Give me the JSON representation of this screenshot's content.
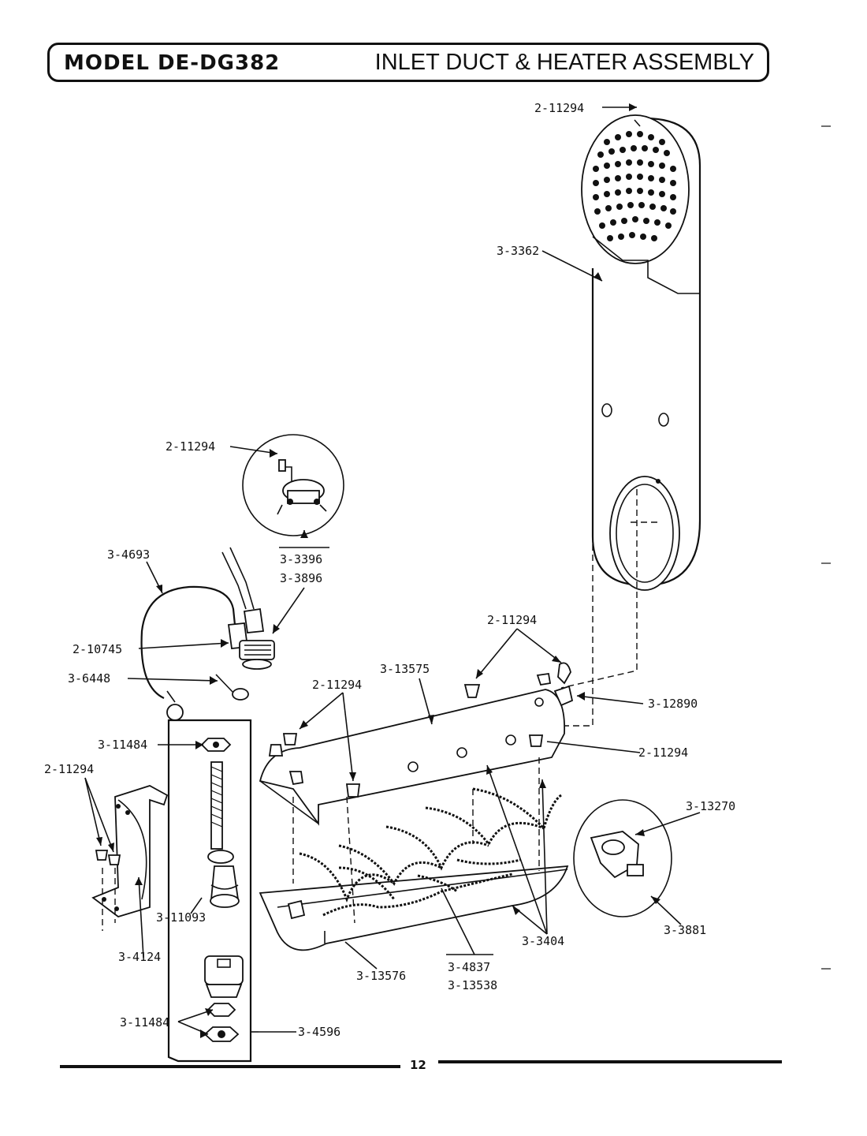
{
  "header": {
    "model": "MODEL DE-DG382",
    "title": "INLET DUCT & HEATER ASSEMBLY"
  },
  "parts": {
    "p_2_11294_top": "2-11294",
    "p_3_3362": "3-3362",
    "p_2_11294_stat": "2-11294",
    "p_3_3396": "3-3396",
    "p_3_3896": "3-3896",
    "p_3_4693": "3-4693",
    "p_2_10745": "2-10745",
    "p_3_6448": "3-6448",
    "p_2_11294_mid": "2-11294",
    "p_3_13575": "3-13575",
    "p_2_11294_left": "2-11294",
    "p_3_12890": "3-12890",
    "p_2_11294_right": "2-11294",
    "p_3_11484_top": "3-11484",
    "p_2_11294_bracket": "2-11294",
    "p_3_13270": "3-13270",
    "p_3_11093": "3-11093",
    "p_3_4124": "3-4124",
    "p_3_3881": "3-3881",
    "p_3_3404": "3-3404",
    "p_3_13576": "3-13576",
    "p_3_4837": "3-4837",
    "p_3_13538": "3-13538",
    "p_3_11484_bottom": "3-11484",
    "p_3_4596": "3-4596"
  },
  "footer": {
    "page_number": "12"
  }
}
